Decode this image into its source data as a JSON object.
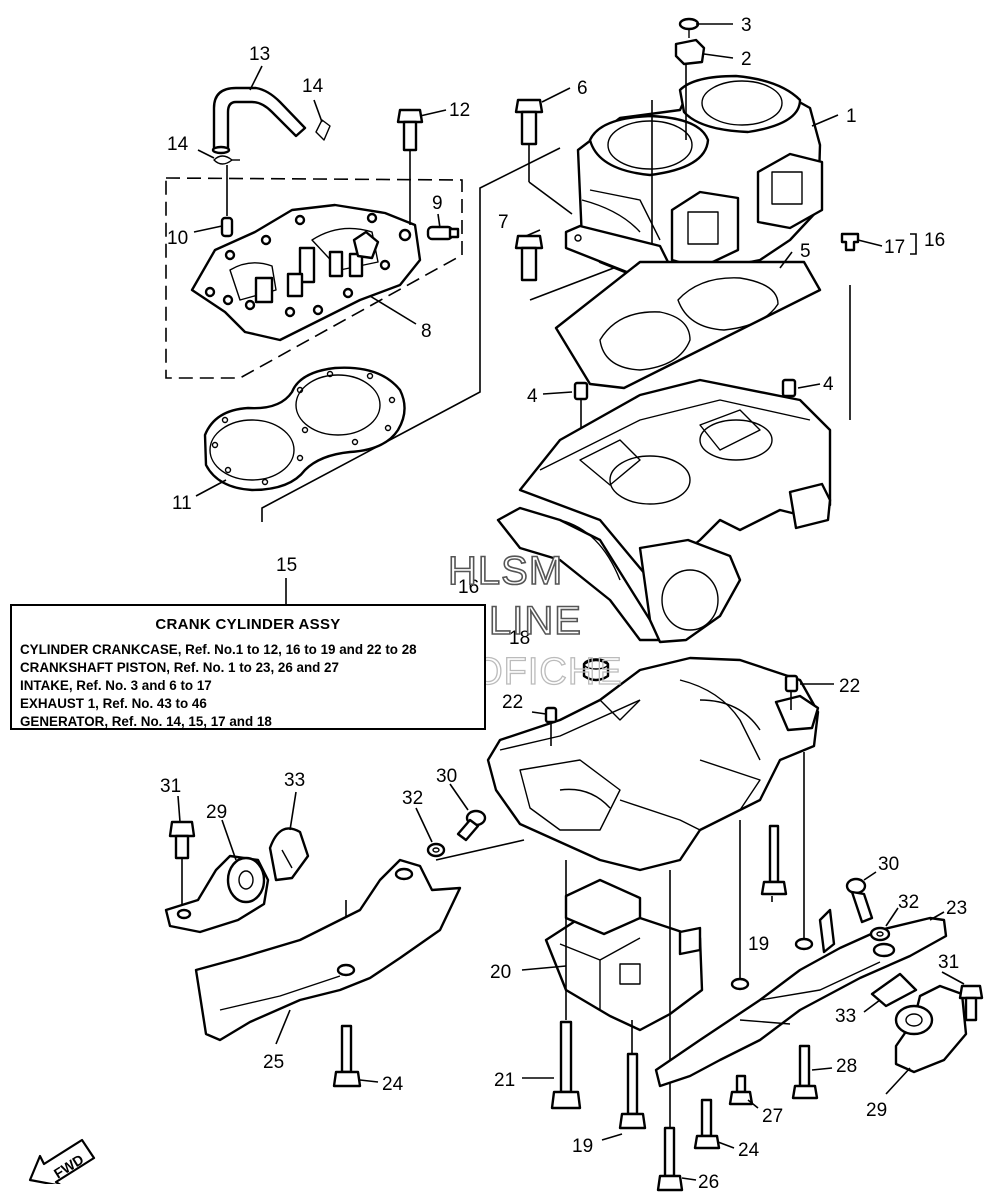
{
  "callouts": {
    "c1": "1",
    "c2": "2",
    "c3": "3",
    "c4a": "4",
    "c4b": "4",
    "c5": "5",
    "c6": "6",
    "c7": "7",
    "c8": "8",
    "c9": "9",
    "c10": "10",
    "c11": "11",
    "c12": "12",
    "c13": "13",
    "c14a": "14",
    "c14b": "14",
    "c15": "15",
    "c16a": "16",
    "c16b": "16",
    "c17": "17",
    "c18": "18",
    "c19a": "19",
    "c19b": "19",
    "c20": "20",
    "c21": "21",
    "c22a": "22",
    "c22b": "22",
    "c23": "23",
    "c24a": "24",
    "c24b": "24",
    "c25": "25",
    "c26": "26",
    "c27": "27",
    "c28": "28",
    "c29a": "29",
    "c29b": "29",
    "c30a": "30",
    "c30b": "30",
    "c31a": "31",
    "c31b": "31",
    "c32a": "32",
    "c32b": "32",
    "c33a": "33",
    "c33b": "33"
  },
  "assy_box": {
    "title": "CRANK CYLINDER ASSY",
    "lines": [
      "CYLINDER CRANKCASE,  Ref. No.1 to 12, 16 to 19 and 22 to 28",
      "CRANKSHAFT PISTON, Ref. No. 1 to 23, 26 and 27",
      "INTAKE,  Ref. No. 3 and 6 to 17",
      "EXHAUST 1,  Ref. No. 43 to 46",
      "GENERATOR,  Ref. No. 14, 15, 17 and 18"
    ]
  },
  "watermark": {
    "line1": "HLSM",
    "line2": "ONLINE",
    "line3": "MICROFICHE"
  },
  "fwd_label": "FWD"
}
